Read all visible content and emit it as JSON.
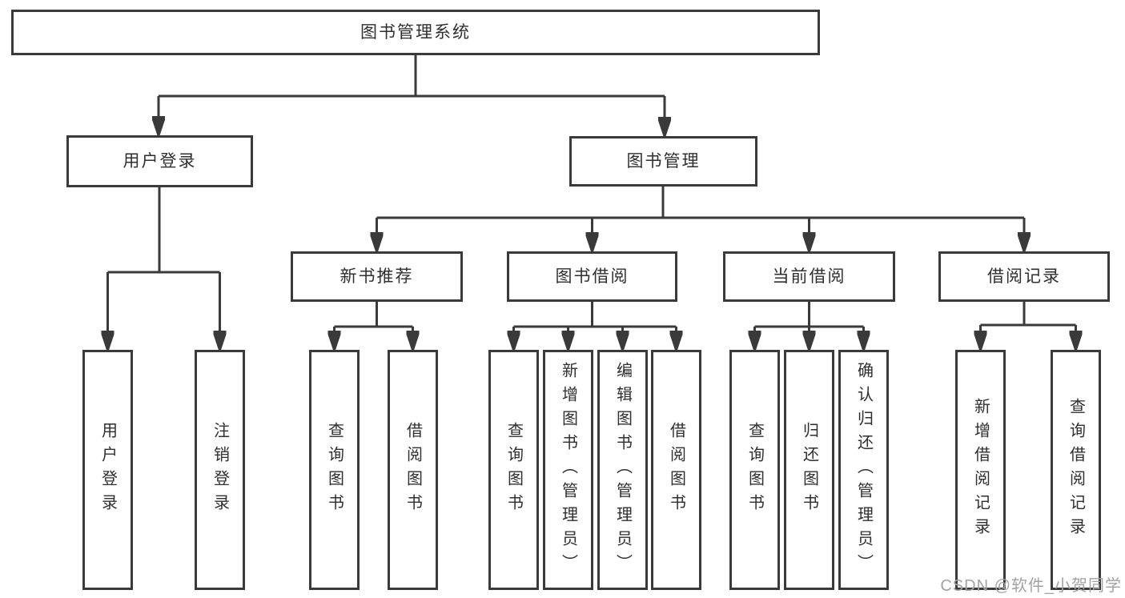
{
  "diagram": {
    "root": {
      "label": "图书管理系统"
    },
    "branches": [
      {
        "label": "用户登录",
        "children": [
          {
            "label": "用户登录"
          },
          {
            "label": "注销登录"
          }
        ]
      },
      {
        "label": "图书管理",
        "children": [
          {
            "label": "新书推荐",
            "children": [
              {
                "label": "查询图书"
              },
              {
                "label": "借阅图书"
              }
            ]
          },
          {
            "label": "图书借阅",
            "children": [
              {
                "label": "查询图书"
              },
              {
                "label": "新增图书（管理员）"
              },
              {
                "label": "编辑图书（管理员）"
              },
              {
                "label": "借阅图书"
              }
            ]
          },
          {
            "label": "当前借阅",
            "children": [
              {
                "label": "查询图书"
              },
              {
                "label": "归还图书"
              },
              {
                "label": "确认归还（管理员）"
              }
            ]
          },
          {
            "label": "借阅记录",
            "children": [
              {
                "label": "新增借阅记录"
              },
              {
                "label": "查询借阅记录"
              }
            ]
          }
        ]
      }
    ]
  },
  "watermark": {
    "text": "CSDN @软件_小贺同学"
  },
  "colors": {
    "line": "#3a3a3a",
    "text": "#2f2f2f",
    "watermark": "#a3a3a3"
  }
}
